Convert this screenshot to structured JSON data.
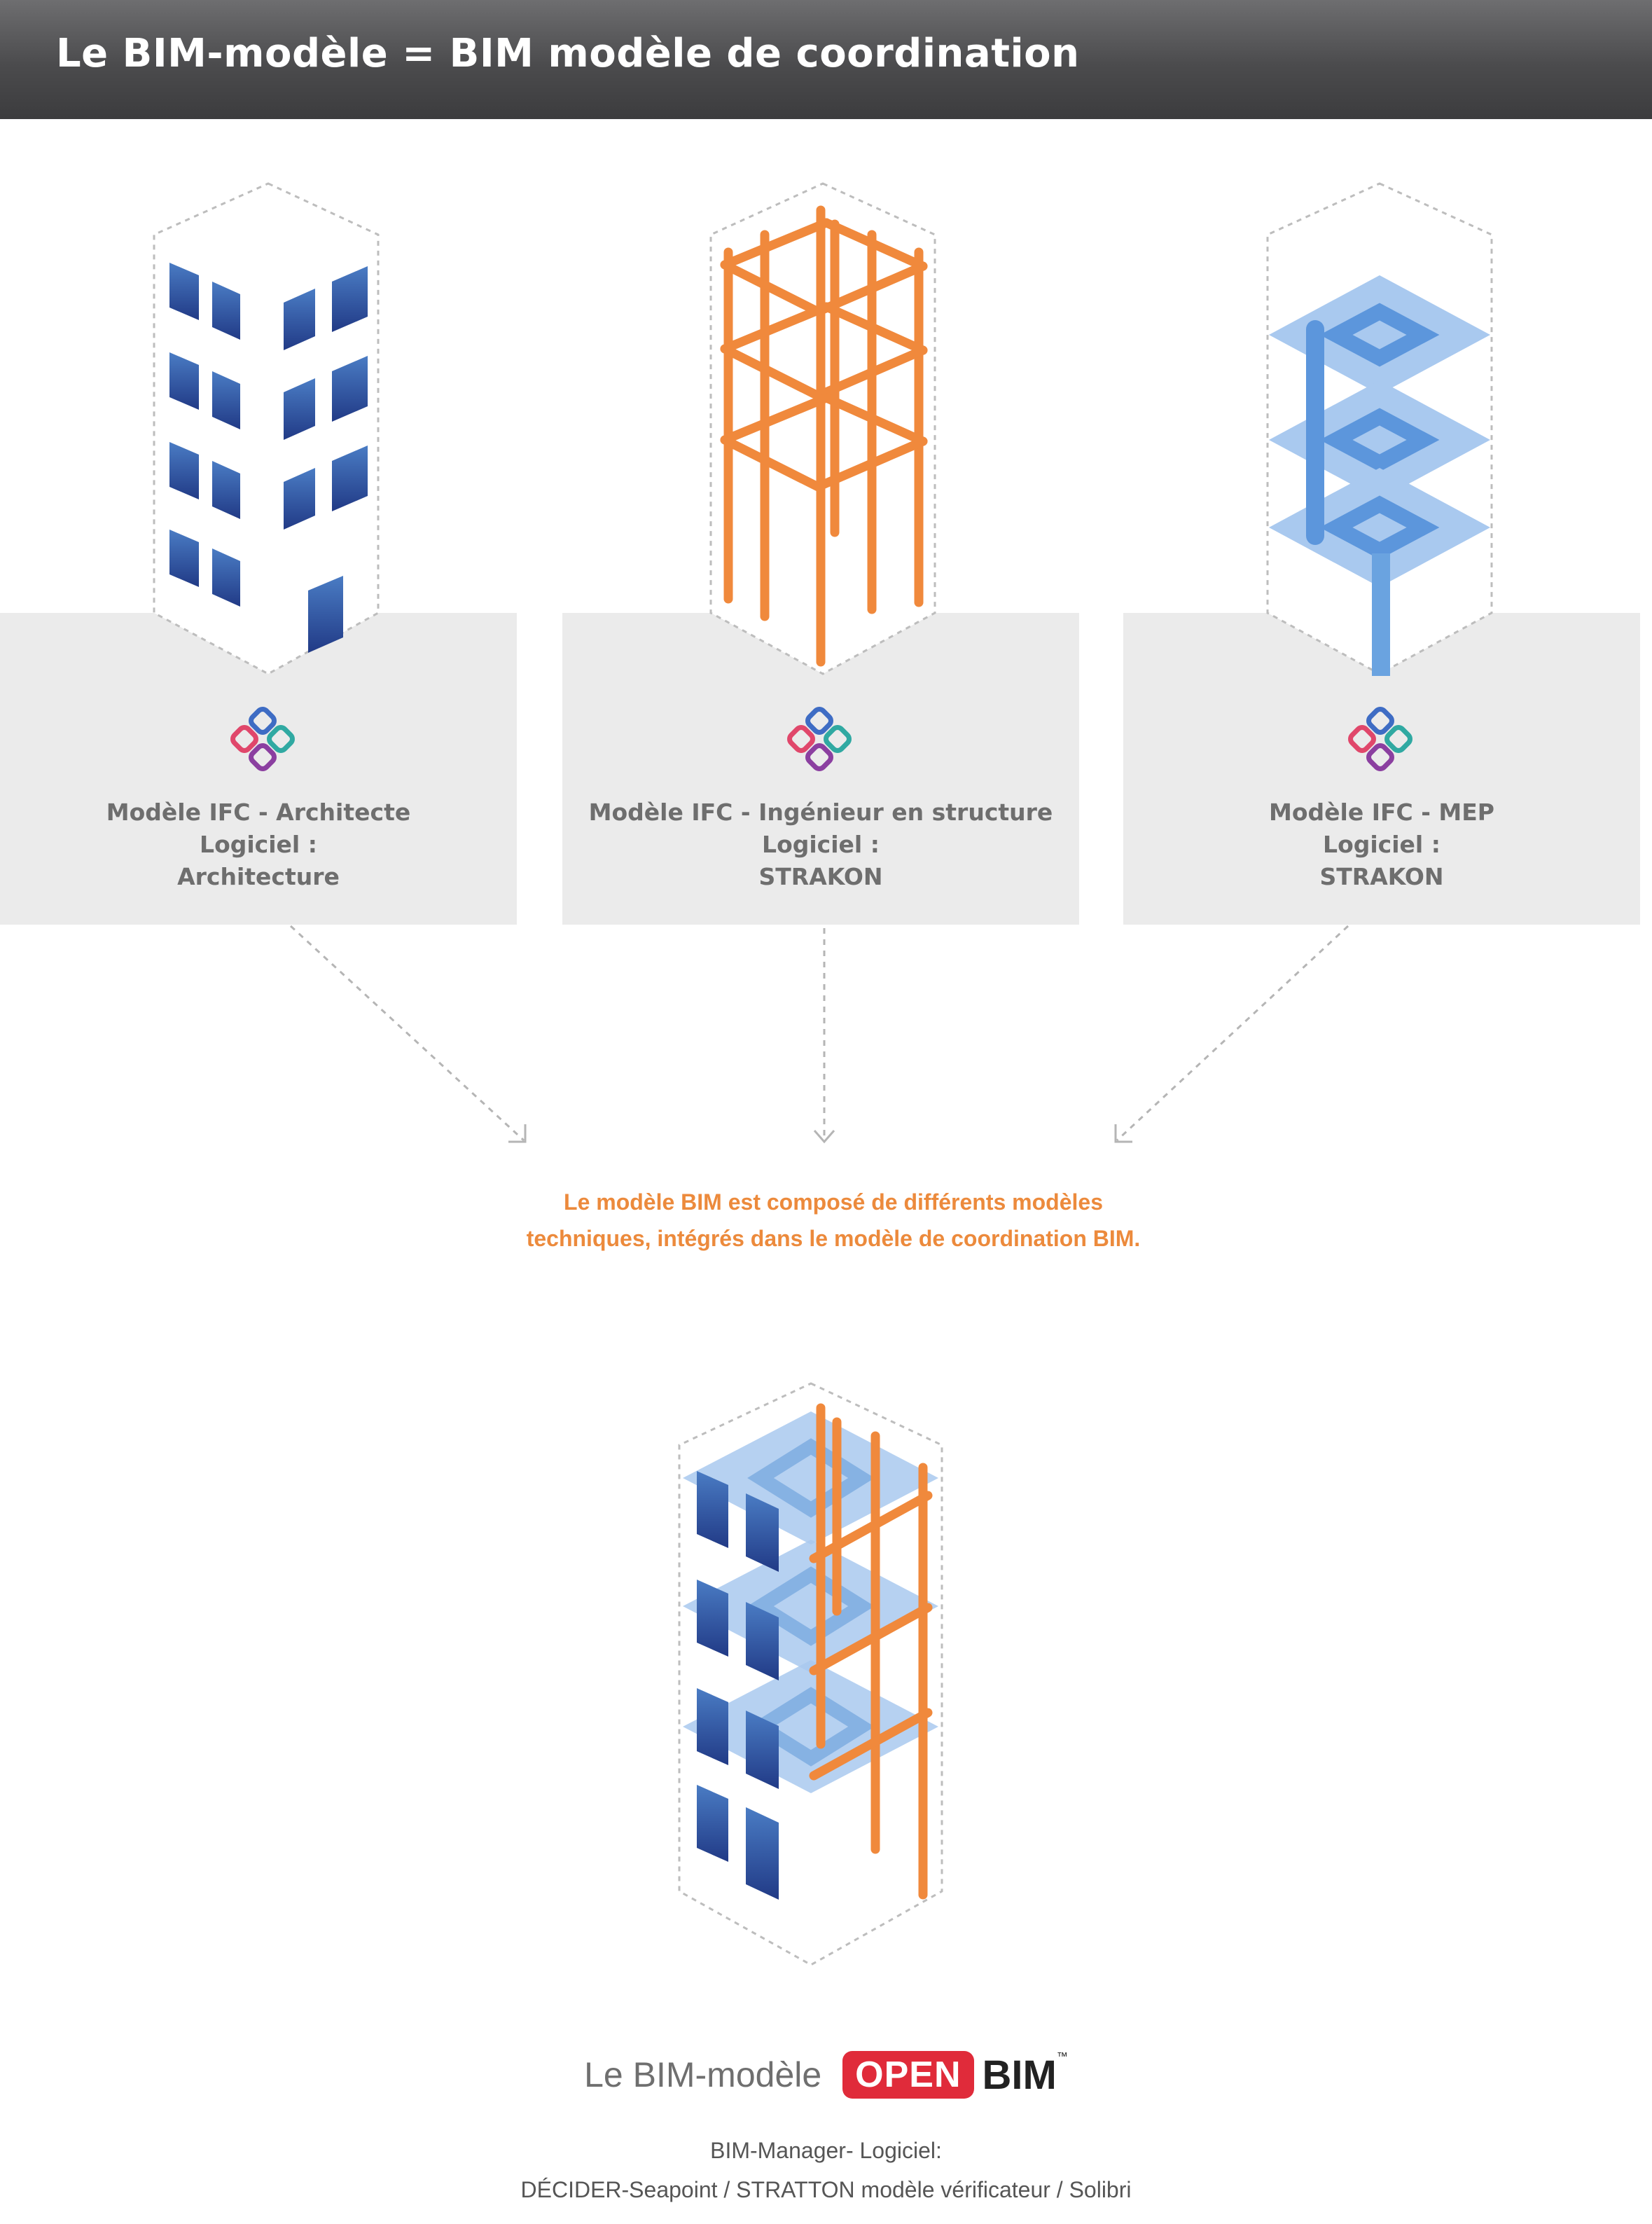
{
  "header": {
    "title": "Le BIM-modèle = BIM modèle de coordination"
  },
  "models": [
    {
      "title": "Modèle IFC - Architecte",
      "software_label": "Logiciel :",
      "software": "Architecture"
    },
    {
      "title": "Modèle IFC - Ingénieur en structure",
      "software_label": "Logiciel :",
      "software": "STRAKON"
    },
    {
      "title": "Modèle IFC - MEP",
      "software_label": "Logiciel :",
      "software": "STRAKON"
    }
  ],
  "note": {
    "line1": "Le modèle BIM est composé de différents modèles",
    "line2": "techniques, intégrés dans le modèle de coordination BIM."
  },
  "logo": {
    "text": "Le BIM-modèle",
    "open": "OPEN",
    "bim": "BIM",
    "tm": "™"
  },
  "footer": {
    "line1": "BIM-Manager- Logiciel:",
    "line2": "DÉCIDER-Seapoint / STRATTON modèle vérificateur / Solibri"
  },
  "colors": {
    "header_background": "#4b4b4d",
    "panel": "#ebebeb",
    "accent_orange": "#ec8a3c",
    "window_blue": "#2c4f9a",
    "mep_blue": "#6aa3e0",
    "openbim_red": "#e02b3a"
  },
  "icons": [
    "ifc-logo-icon",
    "arrow-down-icon"
  ]
}
